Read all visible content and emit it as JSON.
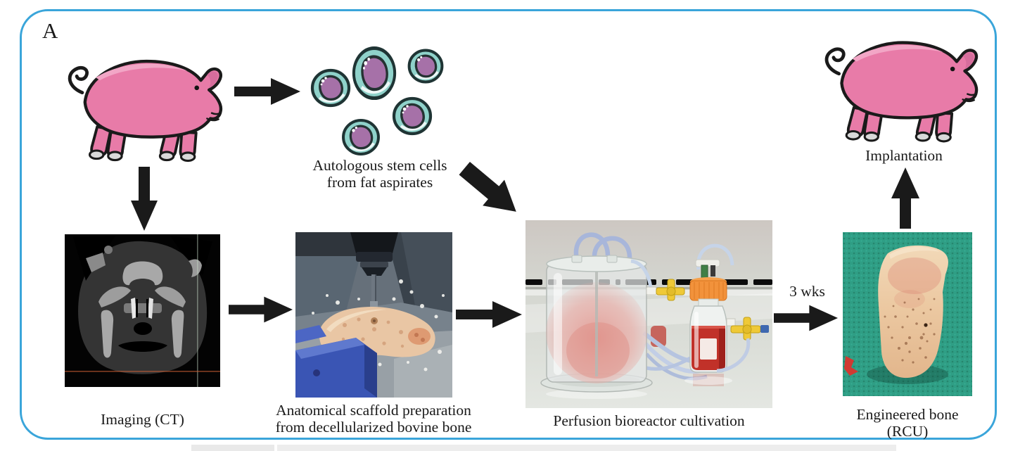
{
  "panel": {
    "label": "A"
  },
  "colors": {
    "frame_border": "#3AA5DA",
    "arrow": "#1A1A1A",
    "text": "#1A1A1A",
    "pig_body": "#E87BA8",
    "pig_highlight": "#F2A6C6",
    "cell_membrane": "#8FD2CA",
    "cell_nucleus": "#A671A8"
  },
  "steps": {
    "stem_cells": {
      "caption_line1": "Autologous stem cells",
      "caption_line2": "from fat aspirates"
    },
    "imaging": {
      "caption": "Imaging (CT)"
    },
    "scaffold": {
      "caption_line1": "Anatomical scaffold preparation",
      "caption_line2": "from decellularized bovine bone"
    },
    "bioreactor": {
      "caption": "Perfusion bioreactor cultivation"
    },
    "cultivation_time": {
      "label": "3 wks"
    },
    "engineered_bone": {
      "caption_line1": "Engineered bone",
      "caption_line2": "(RCU)"
    },
    "implantation": {
      "caption": "Implantation"
    }
  }
}
